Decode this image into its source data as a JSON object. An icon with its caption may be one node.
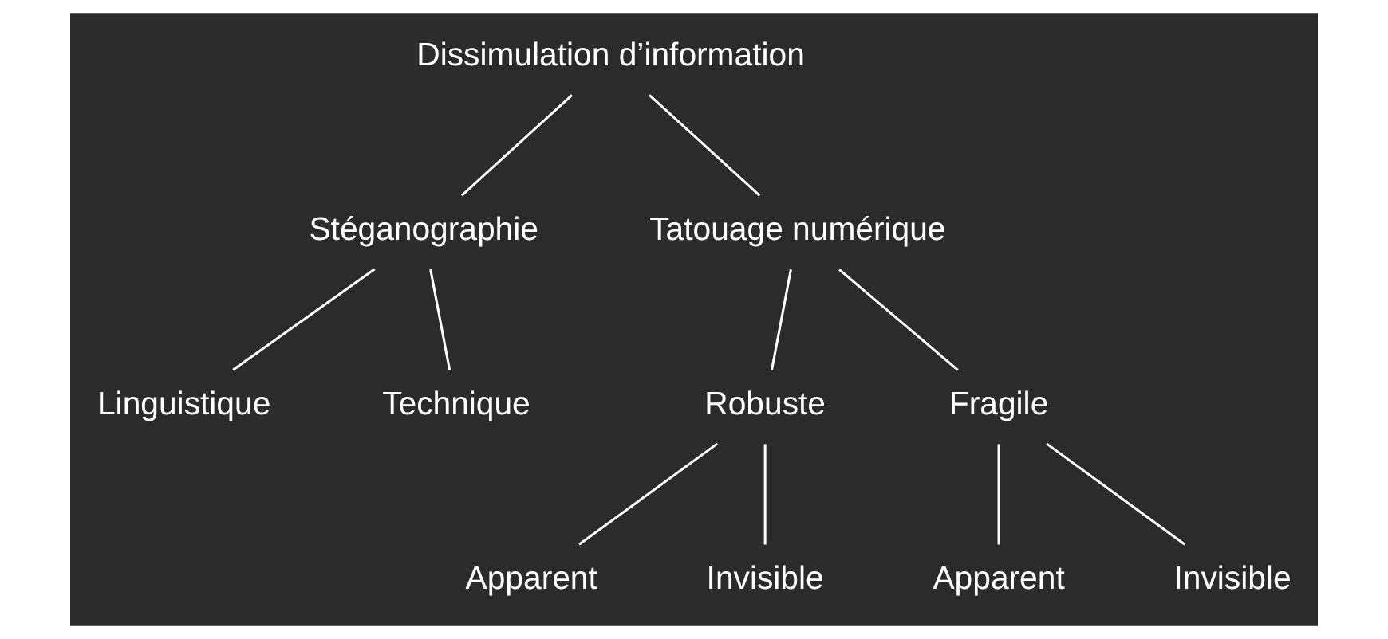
{
  "diagram": {
    "nodes": [
      {
        "text": [
          "Dissimulation d’information"
        ]
      },
      {
        "text": [
          "Stéganographie"
        ]
      },
      {
        "text": [
          "Tatouage numérique"
        ]
      },
      {
        "text": [
          "Linguistique"
        ]
      },
      {
        "text": [
          "Technique"
        ]
      },
      {
        "text": [
          "Robuste"
        ]
      },
      {
        "text": [
          "Fragile"
        ]
      },
      {
        "text": [
          "Apparent"
        ]
      },
      {
        "text": [
          "Invisible"
        ]
      },
      {
        "text": [
          "Apparent"
        ]
      },
      {
        "text": [
          "Invisible"
        ]
      }
    ],
    "edges": [
      {
        "from": 0,
        "to": 1,
        "arrow": "none"
      },
      {
        "from": 0,
        "to": 2,
        "arrow": "none"
      },
      {
        "from": 1,
        "to": 3,
        "arrow": "none"
      },
      {
        "from": 1,
        "to": 4,
        "arrow": "none"
      },
      {
        "from": 2,
        "to": 5,
        "arrow": "none"
      },
      {
        "from": 2,
        "to": 6,
        "arrow": "none"
      },
      {
        "from": 5,
        "to": 7,
        "arrow": "none"
      },
      {
        "from": 5,
        "to": 8,
        "arrow": "none"
      },
      {
        "from": 6,
        "to": 9,
        "arrow": "none"
      },
      {
        "from": 6,
        "to": 10,
        "arrow": "none"
      }
    ]
  }
}
